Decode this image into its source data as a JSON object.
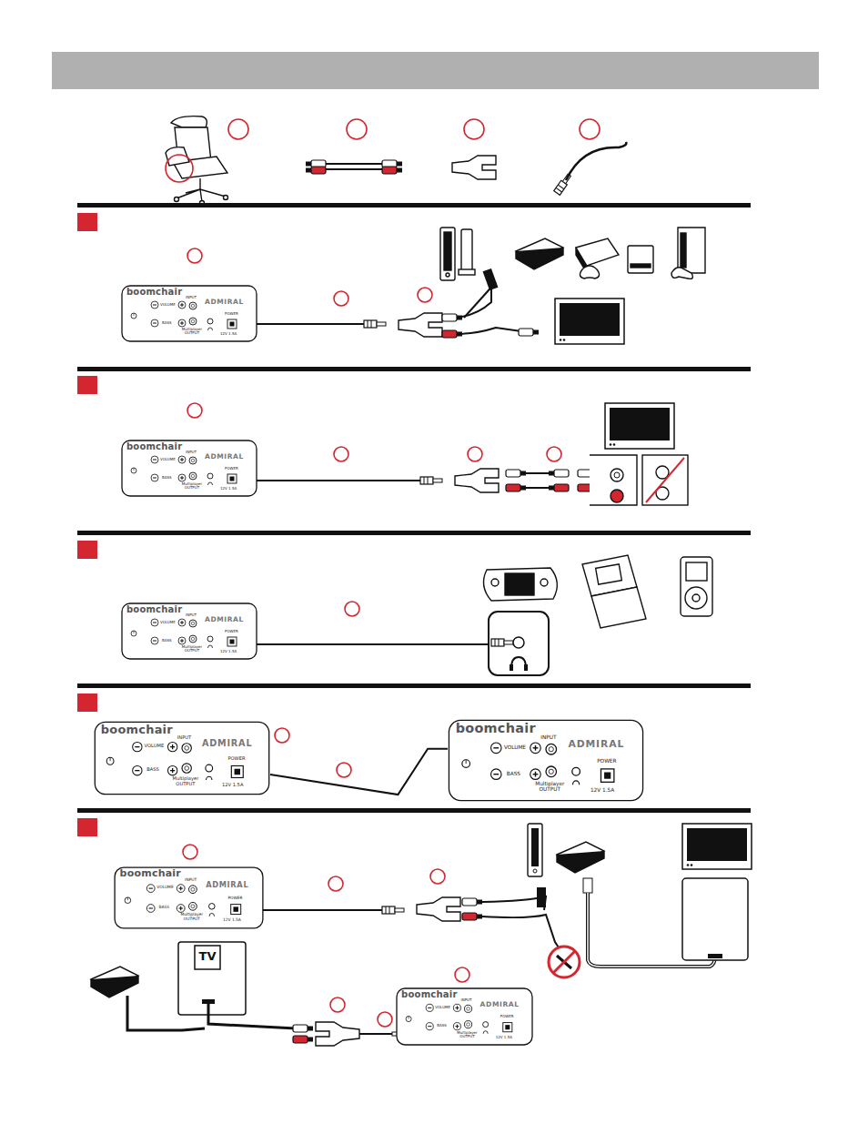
{
  "diagram": {
    "nodes": [
      {
        "text": [
          "boomchair",
          "ADMIRAL",
          "VOLUME",
          "BASS",
          "INPUT",
          "Multiplayer OUTPUT",
          "POWER",
          "12V 1.5A"
        ]
      },
      {
        "text": [
          "boomchair",
          "ADMIRAL",
          "VOLUME",
          "BASS",
          "INPUT",
          "Multiplayer OUTPUT",
          "POWER",
          "12V 1.5A"
        ]
      },
      {
        "text": [
          "boomchair",
          "ADMIRAL",
          "VOLUME",
          "BASS",
          "INPUT",
          "Multiplayer OUTPUT",
          "POWER",
          "12V 1.5A"
        ]
      },
      {
        "text": [
          "boomchair",
          "ADMIRAL",
          "VOLUME",
          "BASS",
          "INPUT",
          "Multiplayer OUTPUT",
          "POWER",
          "12V 1.5A"
        ]
      },
      {
        "text": [
          "boomchair",
          "ADMIRAL",
          "VOLUME",
          "BASS",
          "INPUT",
          "Multiplayer OUTPUT",
          "POWER",
          "12V 1.5A"
        ]
      },
      {
        "text": [
          "boomchair",
          "ADMIRAL",
          "VOLUME",
          "BASS",
          "INPUT",
          "Multiplayer OUTPUT",
          "POWER",
          "12V 1.5A"
        ]
      },
      {
        "text": [
          "boomchair",
          "ADMIRAL",
          "VOLUME",
          "BASS",
          "INPUT",
          "Multiplayer OUTPUT",
          "POWER",
          "12V 1.5A"
        ]
      }
    ],
    "edges": [
      {
        "from": 3,
        "to": 4,
        "arrow": "none"
      }
    ],
    "labels": [
      "TV"
    ]
  }
}
